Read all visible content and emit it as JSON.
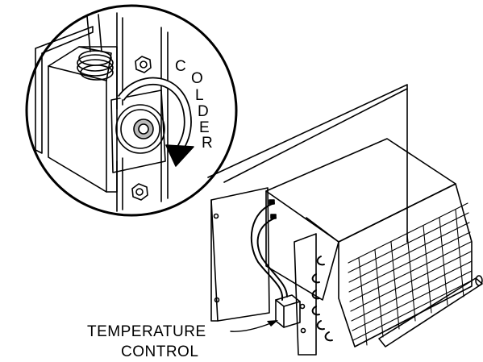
{
  "callout": {
    "letters": [
      "C",
      "O",
      "L",
      "D",
      "E",
      "R"
    ]
  },
  "label": {
    "line1": "TEMPERATURE",
    "line2": "CONTROL"
  }
}
